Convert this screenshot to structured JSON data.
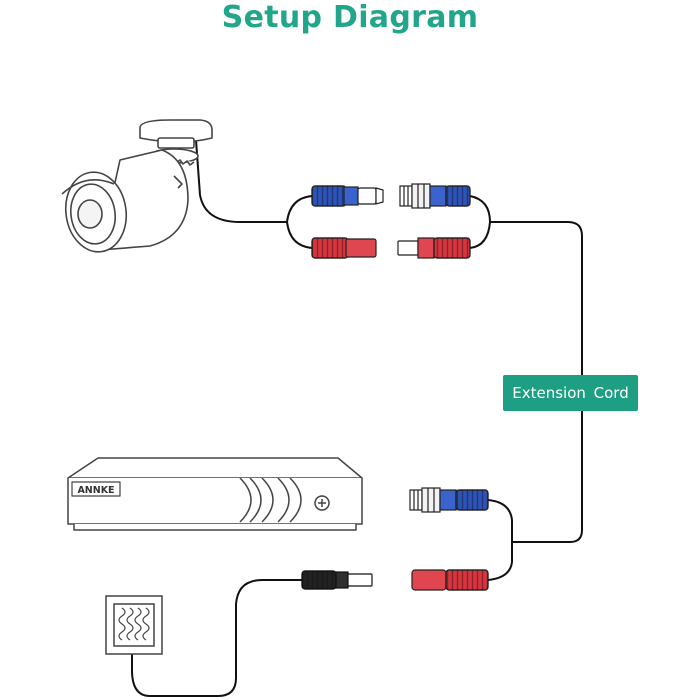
{
  "title": "Setup Diagram",
  "extension_label": "Extension Cord",
  "dvr_brand": "ANNKE",
  "colors": {
    "accent": "#21a68a",
    "label_bg": "#1e9e82",
    "video_plug": "#2f54b8",
    "power_plug": "#d8363f",
    "dvr_power_plug": "#222222",
    "line": "#111111"
  },
  "icons": [
    "bullet-camera-icon",
    "dvr-recorder-icon",
    "power-adapter-icon",
    "bnc-connector-icon",
    "dc-power-plug-icon"
  ]
}
